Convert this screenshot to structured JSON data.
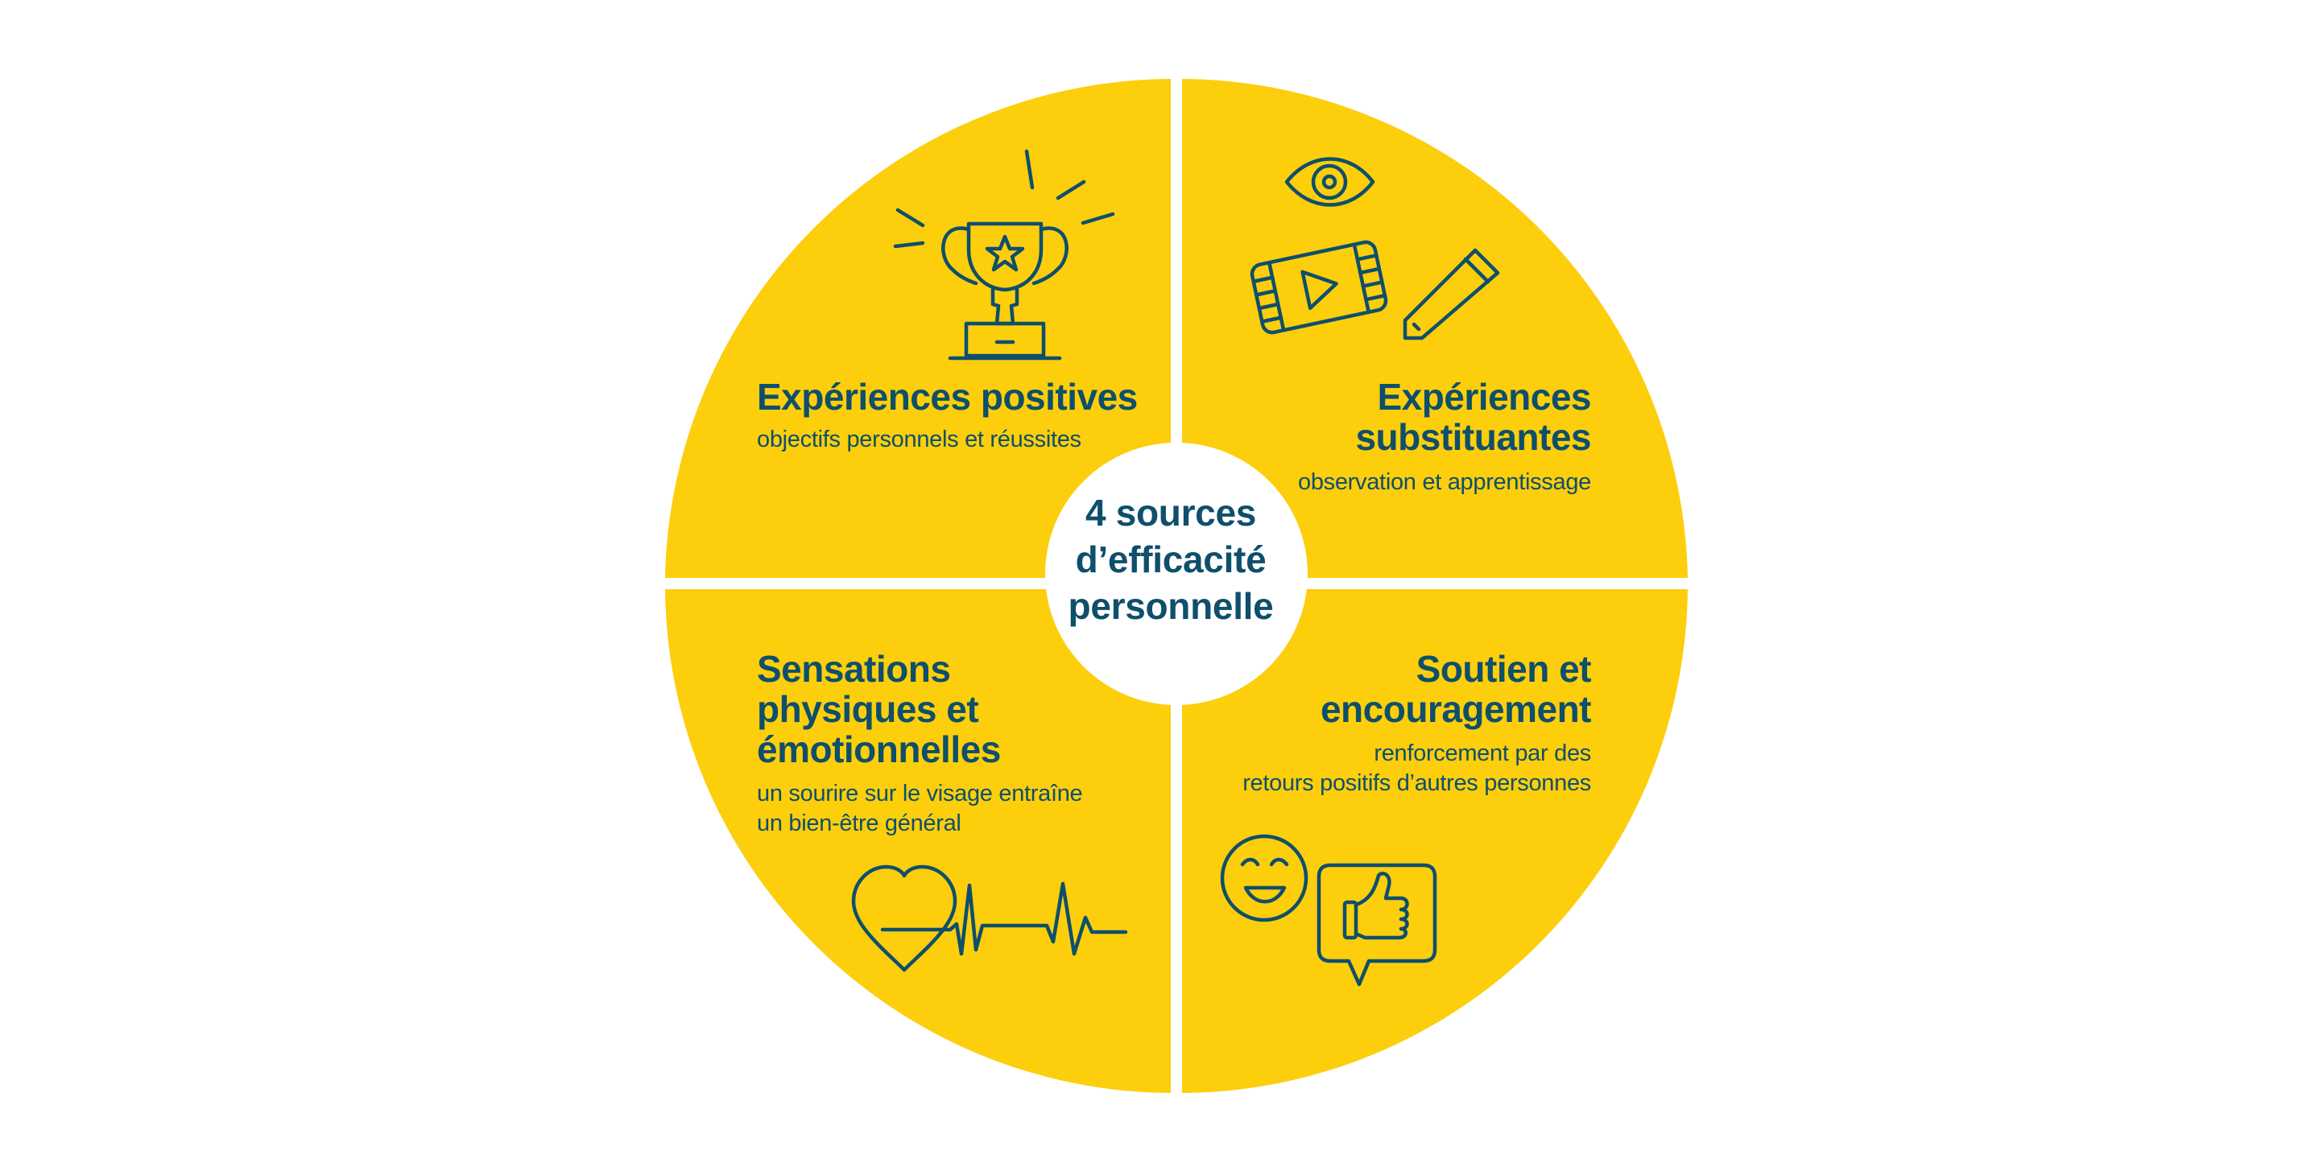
{
  "colors": {
    "quadrant": "#fcce0c",
    "text": "#0e4f6b",
    "background": "#ffffff"
  },
  "center": {
    "lines": [
      "4 sources",
      "d’efficacité",
      "personnelle"
    ]
  },
  "quadrants": [
    {
      "id": "top-left",
      "icon": "trophy-icon",
      "title_lines": [
        "Expériences positives"
      ],
      "sub_lines": [
        "objectifs personnels et réussites"
      ]
    },
    {
      "id": "top-right",
      "icon": "eye-video-pencil-icon",
      "title_lines": [
        "Expériences",
        "substituantes"
      ],
      "sub_lines": [
        "observation et apprentissage"
      ]
    },
    {
      "id": "bottom-left",
      "icon": "heart-pulse-icon",
      "title_lines": [
        "Sensations",
        "physiques et",
        "émotionnelles"
      ],
      "sub_lines": [
        "un sourire sur le visage entraîne",
        "un bien-être général"
      ]
    },
    {
      "id": "bottom-right",
      "icon": "smiley-thumbs-up-icon",
      "title_lines": [
        "Soutien et",
        "encouragement"
      ],
      "sub_lines": [
        "renforcement par des",
        "retours positifs d’autres personnes"
      ]
    }
  ]
}
